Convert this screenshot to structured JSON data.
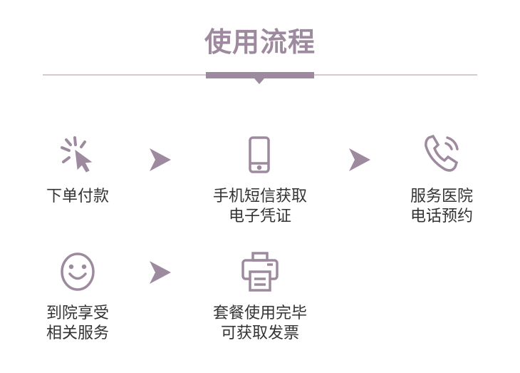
{
  "title": "使用流程",
  "accent": "#9e8a9e",
  "steps": [
    {
      "icon": "cursor-click-icon",
      "line1": "下单付款",
      "line2": ""
    },
    {
      "icon": "mobile-phone-icon",
      "line1": "手机短信获取",
      "line2": "电子凭证"
    },
    {
      "icon": "phone-call-icon",
      "line1": "服务医院",
      "line2": "电话预约"
    },
    {
      "icon": "smiley-face-icon",
      "line1": "到院享受",
      "line2": "相关服务"
    },
    {
      "icon": "printer-icon",
      "line1": "套餐使用完毕",
      "line2": "可获取发票"
    }
  ]
}
